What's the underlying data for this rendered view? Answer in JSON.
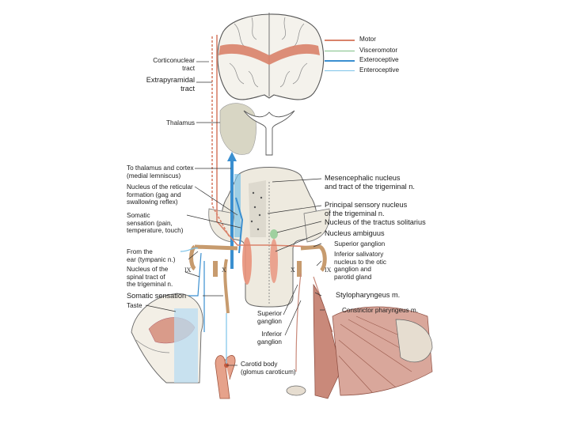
{
  "legend": [
    {
      "label": "Motor",
      "color": "#d9826a"
    },
    {
      "label": "Visceromotor",
      "color": "#7fbf86"
    },
    {
      "label": "Exteroceptive",
      "color": "#3a8fd0"
    },
    {
      "label": "Enteroceptive",
      "color": "#7cc3e8"
    }
  ],
  "labels": {
    "corticonuclear": "Corticonuclear\ntract",
    "extrapyramidal": "Extrapyramidal\ntract",
    "thalamus": "Thalamus",
    "to_thalamus": "To thalamus and cortex\n(medial lemniscus)",
    "reticular": "Nucleus of the reticular\nformation (gag and\nswallowing reflex)",
    "somatic_pain": "Somatic\nsensation (pain,\ntemperature, touch)",
    "from_ear": "From the\near (tympanic n.)",
    "spinal_tract": "Nucleus of the\nspinal tract of\nthe trigeminal n.",
    "somatic_sensation": "Somatic sensation",
    "taste": "Taste",
    "superior_ganglion_left": "Superior\nganglion",
    "inferior_ganglion": "Inferior\nganglion",
    "carotid_body": "Carotid body\n(glomus caroticum)",
    "mesencephalic": "Mesencephalic nucleus\nand tract of the trigeminal n.",
    "principal_sensory": "Principal sensory nucleus\nof the trigeminal n.",
    "tractus_solitarius": "Nucleus of the tractus solitarius",
    "ambiguus": "Nucleus ambiguus",
    "superior_ganglion_right": "Superior ganglion",
    "salivatory": "Inferior salivatory\nnucleus to the otic\nganglion and\nparotid gland",
    "stylopharyngeus": "Stylopharyngeus m.",
    "constrictor": "Constrictor pharyngeus m."
  },
  "nerve_labels": {
    "ix_left": "IX",
    "x_left": "X",
    "x_right": "X",
    "ix_right": "IX"
  },
  "colors": {
    "motor": "#d9826a",
    "visceromotor": "#7fbf86",
    "exteroceptive": "#3a8fd0",
    "enteroceptive": "#7cc3e8",
    "thalamus_fill": "#d8d6c4",
    "brainstem_fill": "#eeeadf",
    "muscle": "#c9897a"
  }
}
